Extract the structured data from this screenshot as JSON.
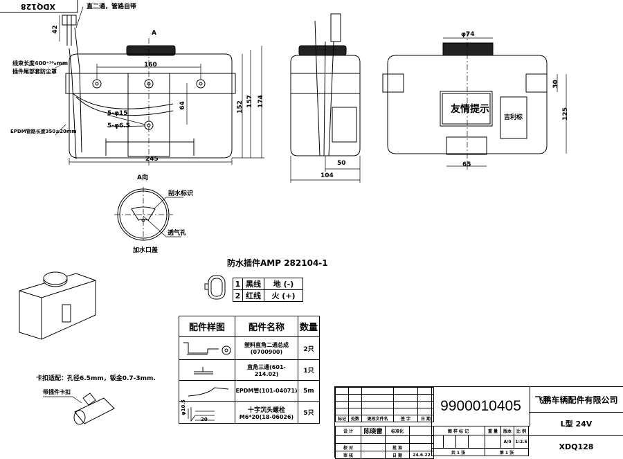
{
  "drawing_code_top": "XDQ128",
  "notes": {
    "straight_two_way": "直二通，管路自带",
    "harness_length": "线束长度400⁺³⁰₀mm",
    "dust_cover": "插件尾部套防尘罩",
    "epdm_length": "EPDM管路长度350±20mm",
    "clip_fit": "卡扣适配：孔径6.5mm，钣金0.7-3mm.",
    "clip_label": "带插件卡扣"
  },
  "front_view": {
    "view_marker": "A",
    "dims": {
      "hole_spacing": "160",
      "holes_15": "5-φ15",
      "holes_6_5": "5-φ6.5",
      "d64": "64",
      "d152": "152",
      "d157": "157",
      "d174": "174",
      "width": "245",
      "d42": "42"
    }
  },
  "side_view": {
    "dims": {
      "d50": "50",
      "d104": "104"
    }
  },
  "right_view": {
    "cap_dia": "φ74",
    "d30": "30",
    "d125": "125",
    "d65": "65",
    "label_notice": "友情提示",
    "label_mascot": "吉利标"
  },
  "a_view": {
    "title": "A向",
    "wiper_mark": "刮水标识",
    "vent_hole": "透气孔",
    "cap_label": "加水口盖"
  },
  "connector": {
    "title": "防水插件AMP 282104-1",
    "pins": [
      {
        "no": "1",
        "wire": "黑线",
        "func": "地 (-)"
      },
      {
        "no": "2",
        "wire": "红线",
        "func": "火 (+)"
      }
    ]
  },
  "parts_table": {
    "headers": [
      "配件样图",
      "配件名称",
      "数量"
    ],
    "rows": [
      {
        "name": "塑料直角二通总成",
        "code": "(0700900)",
        "qty": "2只"
      },
      {
        "name": "直角三通(601-214.02)",
        "code": "",
        "qty": "1只"
      },
      {
        "name": "EPDM管(101-04071)",
        "code": "",
        "qty": "5m"
      },
      {
        "name": "十字沉头螺栓",
        "code": "M6*20(18-06026)",
        "qty": "5只"
      }
    ],
    "bolt_dims": {
      "dia": "φ10.5",
      "len": "20"
    }
  },
  "title_block": {
    "part_number": "9900010405",
    "company": "飞鹏车辆配件有限公司",
    "model": "L型 24V",
    "code": "XDQ128",
    "rev_headers": [
      "标记",
      "处数",
      "更改文件名",
      "签  字",
      "日 期"
    ],
    "design_label": "设 计",
    "designer": "陈晓雷",
    "standard_label": "标准化",
    "check_label": "校 对",
    "approve_label": "批 准",
    "review_label": "审 核",
    "date_label": "日 期",
    "date": "24.6.22",
    "mark_label": "图 样 标 记",
    "weight_label": "重 量",
    "version_label": "版本",
    "scale_label": "比 例",
    "version": "A/0",
    "scale": "1:2.5",
    "sheets_total": "共  1  张",
    "sheet_no": "第  1  张"
  }
}
